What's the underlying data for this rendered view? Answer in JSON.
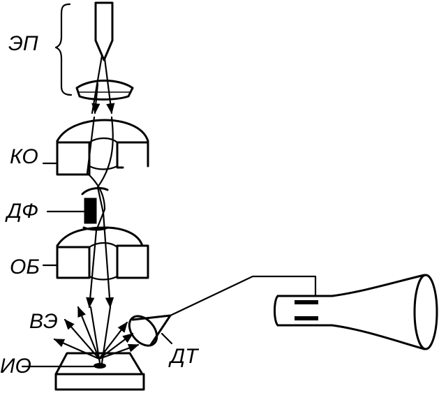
{
  "labels": {
    "electron_gun": "ЭП",
    "condenser_lens": "КО",
    "aperture": "ДФ",
    "objective_lens": "ОБ",
    "secondary_electrons": "ВЭ",
    "detector": "ДТ",
    "sample": "ИО"
  },
  "colors": {
    "ink": "#000000",
    "background": "#ffffff"
  }
}
